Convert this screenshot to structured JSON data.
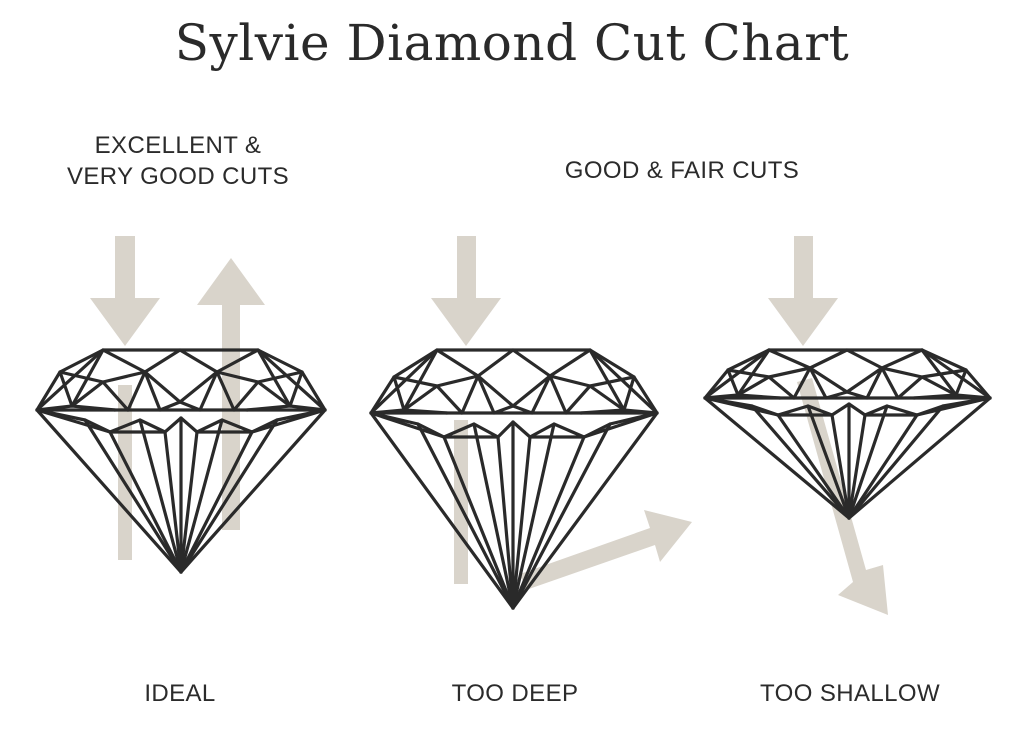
{
  "title": "Sylvie Diamond Cut Chart",
  "groups": {
    "excellent_line1": "EXCELLENT &",
    "excellent_line2": "VERY GOOD CUTS",
    "good_fair": "GOOD & FAIR CUTS"
  },
  "captions": {
    "ideal": "IDEAL",
    "too_deep": "TOO DEEP",
    "too_shallow": "TOO SHALLOW"
  },
  "colors": {
    "arrow": "#d9d4cb",
    "outline": "#2a2a2a",
    "background": "#ffffff"
  }
}
